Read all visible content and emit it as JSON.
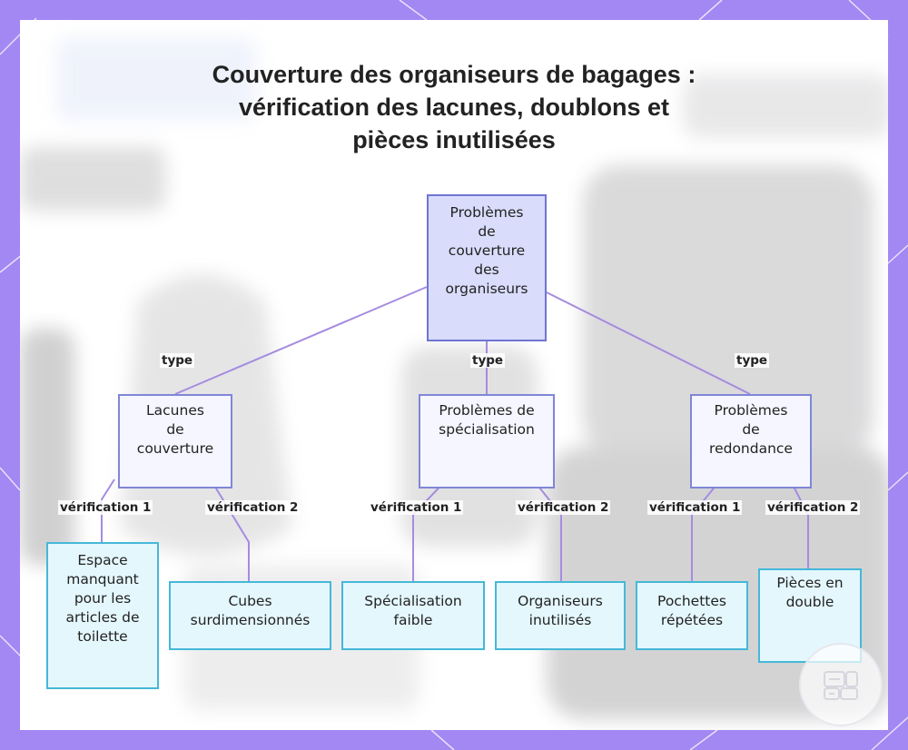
{
  "title": "Couverture des organiseurs de bagages : vérification des lacunes, doublons et pièces inutilisées",
  "root": {
    "label": "Problèmes de couverture des organiseurs"
  },
  "edge_labels": {
    "type": "type",
    "check1": "vérification 1",
    "check2": "vérification 2"
  },
  "categories": [
    {
      "label": "Lacunes de couverture",
      "checks": [
        "Espace manquant pour les articles de toilette",
        "Cubes surdimensionnés"
      ]
    },
    {
      "label": "Problèmes de spécialisation",
      "checks": [
        "Spécialisation faible",
        "Organiseurs inutilisés"
      ]
    },
    {
      "label": "Problèmes de redondance",
      "checks": [
        "Pochettes répétées",
        "Pièces en double"
      ]
    }
  ],
  "colors": {
    "frame": "#a387f2",
    "edge": "#a58ce0",
    "root_fill": "#d9dcfb",
    "root_border": "#6f75d1",
    "category_fill": "#f5f6ff",
    "category_border": "#8086d6",
    "leaf_fill": "#e4f7fd",
    "leaf_border": "#45b8d8"
  },
  "icons": {
    "corner_badge": "organizer-logo-icon"
  }
}
